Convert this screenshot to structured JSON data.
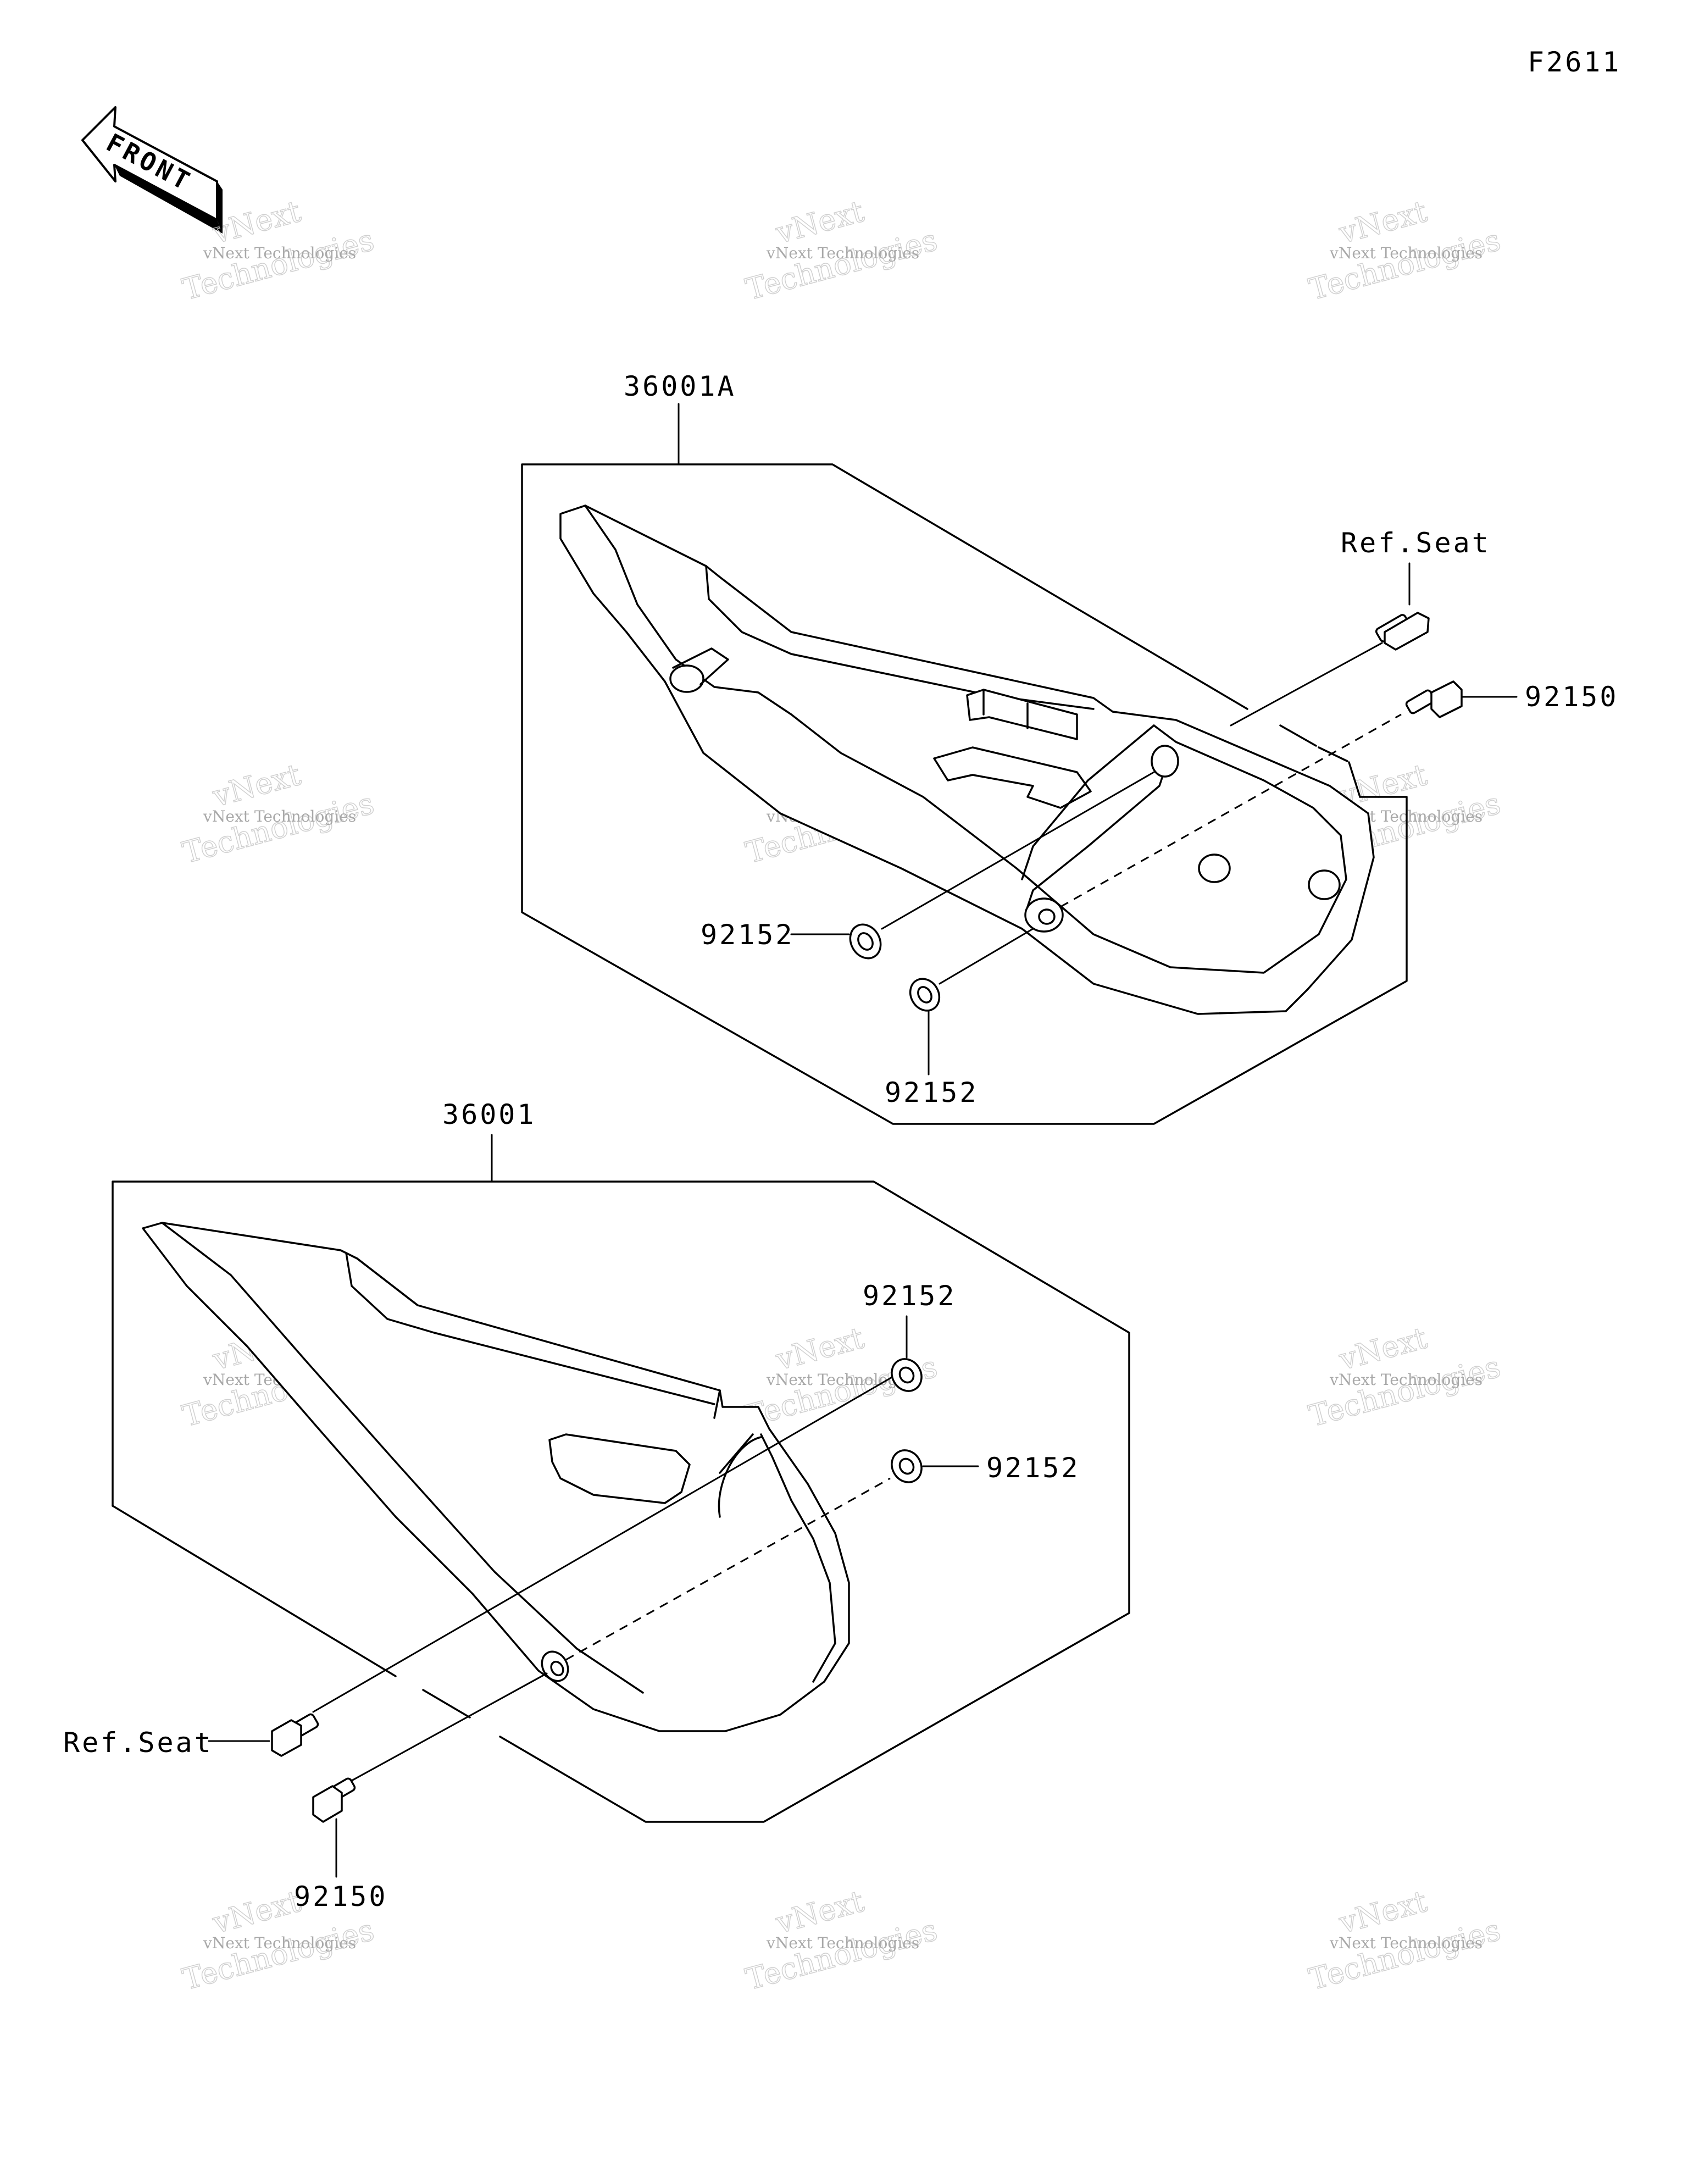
{
  "figure_id": "F2611",
  "front_label": "FRONT",
  "watermark": {
    "line1": "vNext Technologies",
    "line2": "Technologies",
    "line3": "vNext"
  },
  "parts": {
    "upper_cover": "36001A",
    "lower_cover": "36001",
    "upper_bolt_ref": "Ref.Seat",
    "upper_bolt": "92150",
    "upper_collar_a": "92152",
    "upper_collar_b": "92152",
    "lower_collar_a": "92152",
    "lower_collar_b": "92152",
    "lower_bolt_ref": "Ref.Seat",
    "lower_bolt": "92150"
  }
}
